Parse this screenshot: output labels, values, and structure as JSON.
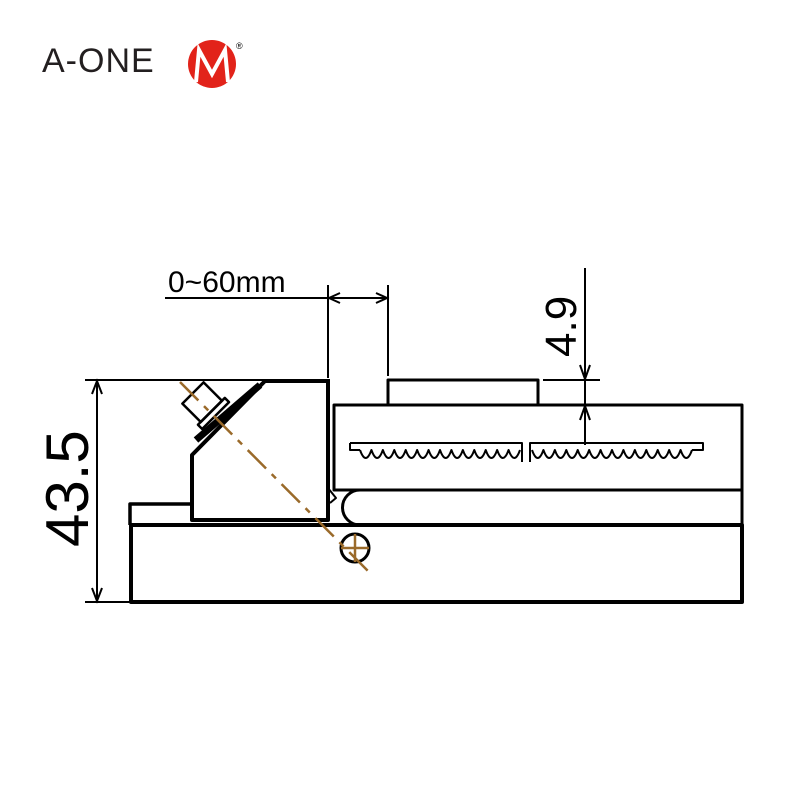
{
  "logo": {
    "brand": "A-ONE",
    "registered_mark": "®",
    "brand_color": "#e2231a"
  },
  "dimensions": {
    "jaw_opening": "0~60mm",
    "jaw_height": "4.9",
    "overall_height": "43.5"
  },
  "colors": {
    "line": "#000000",
    "centerline": "#9a6a2a"
  }
}
